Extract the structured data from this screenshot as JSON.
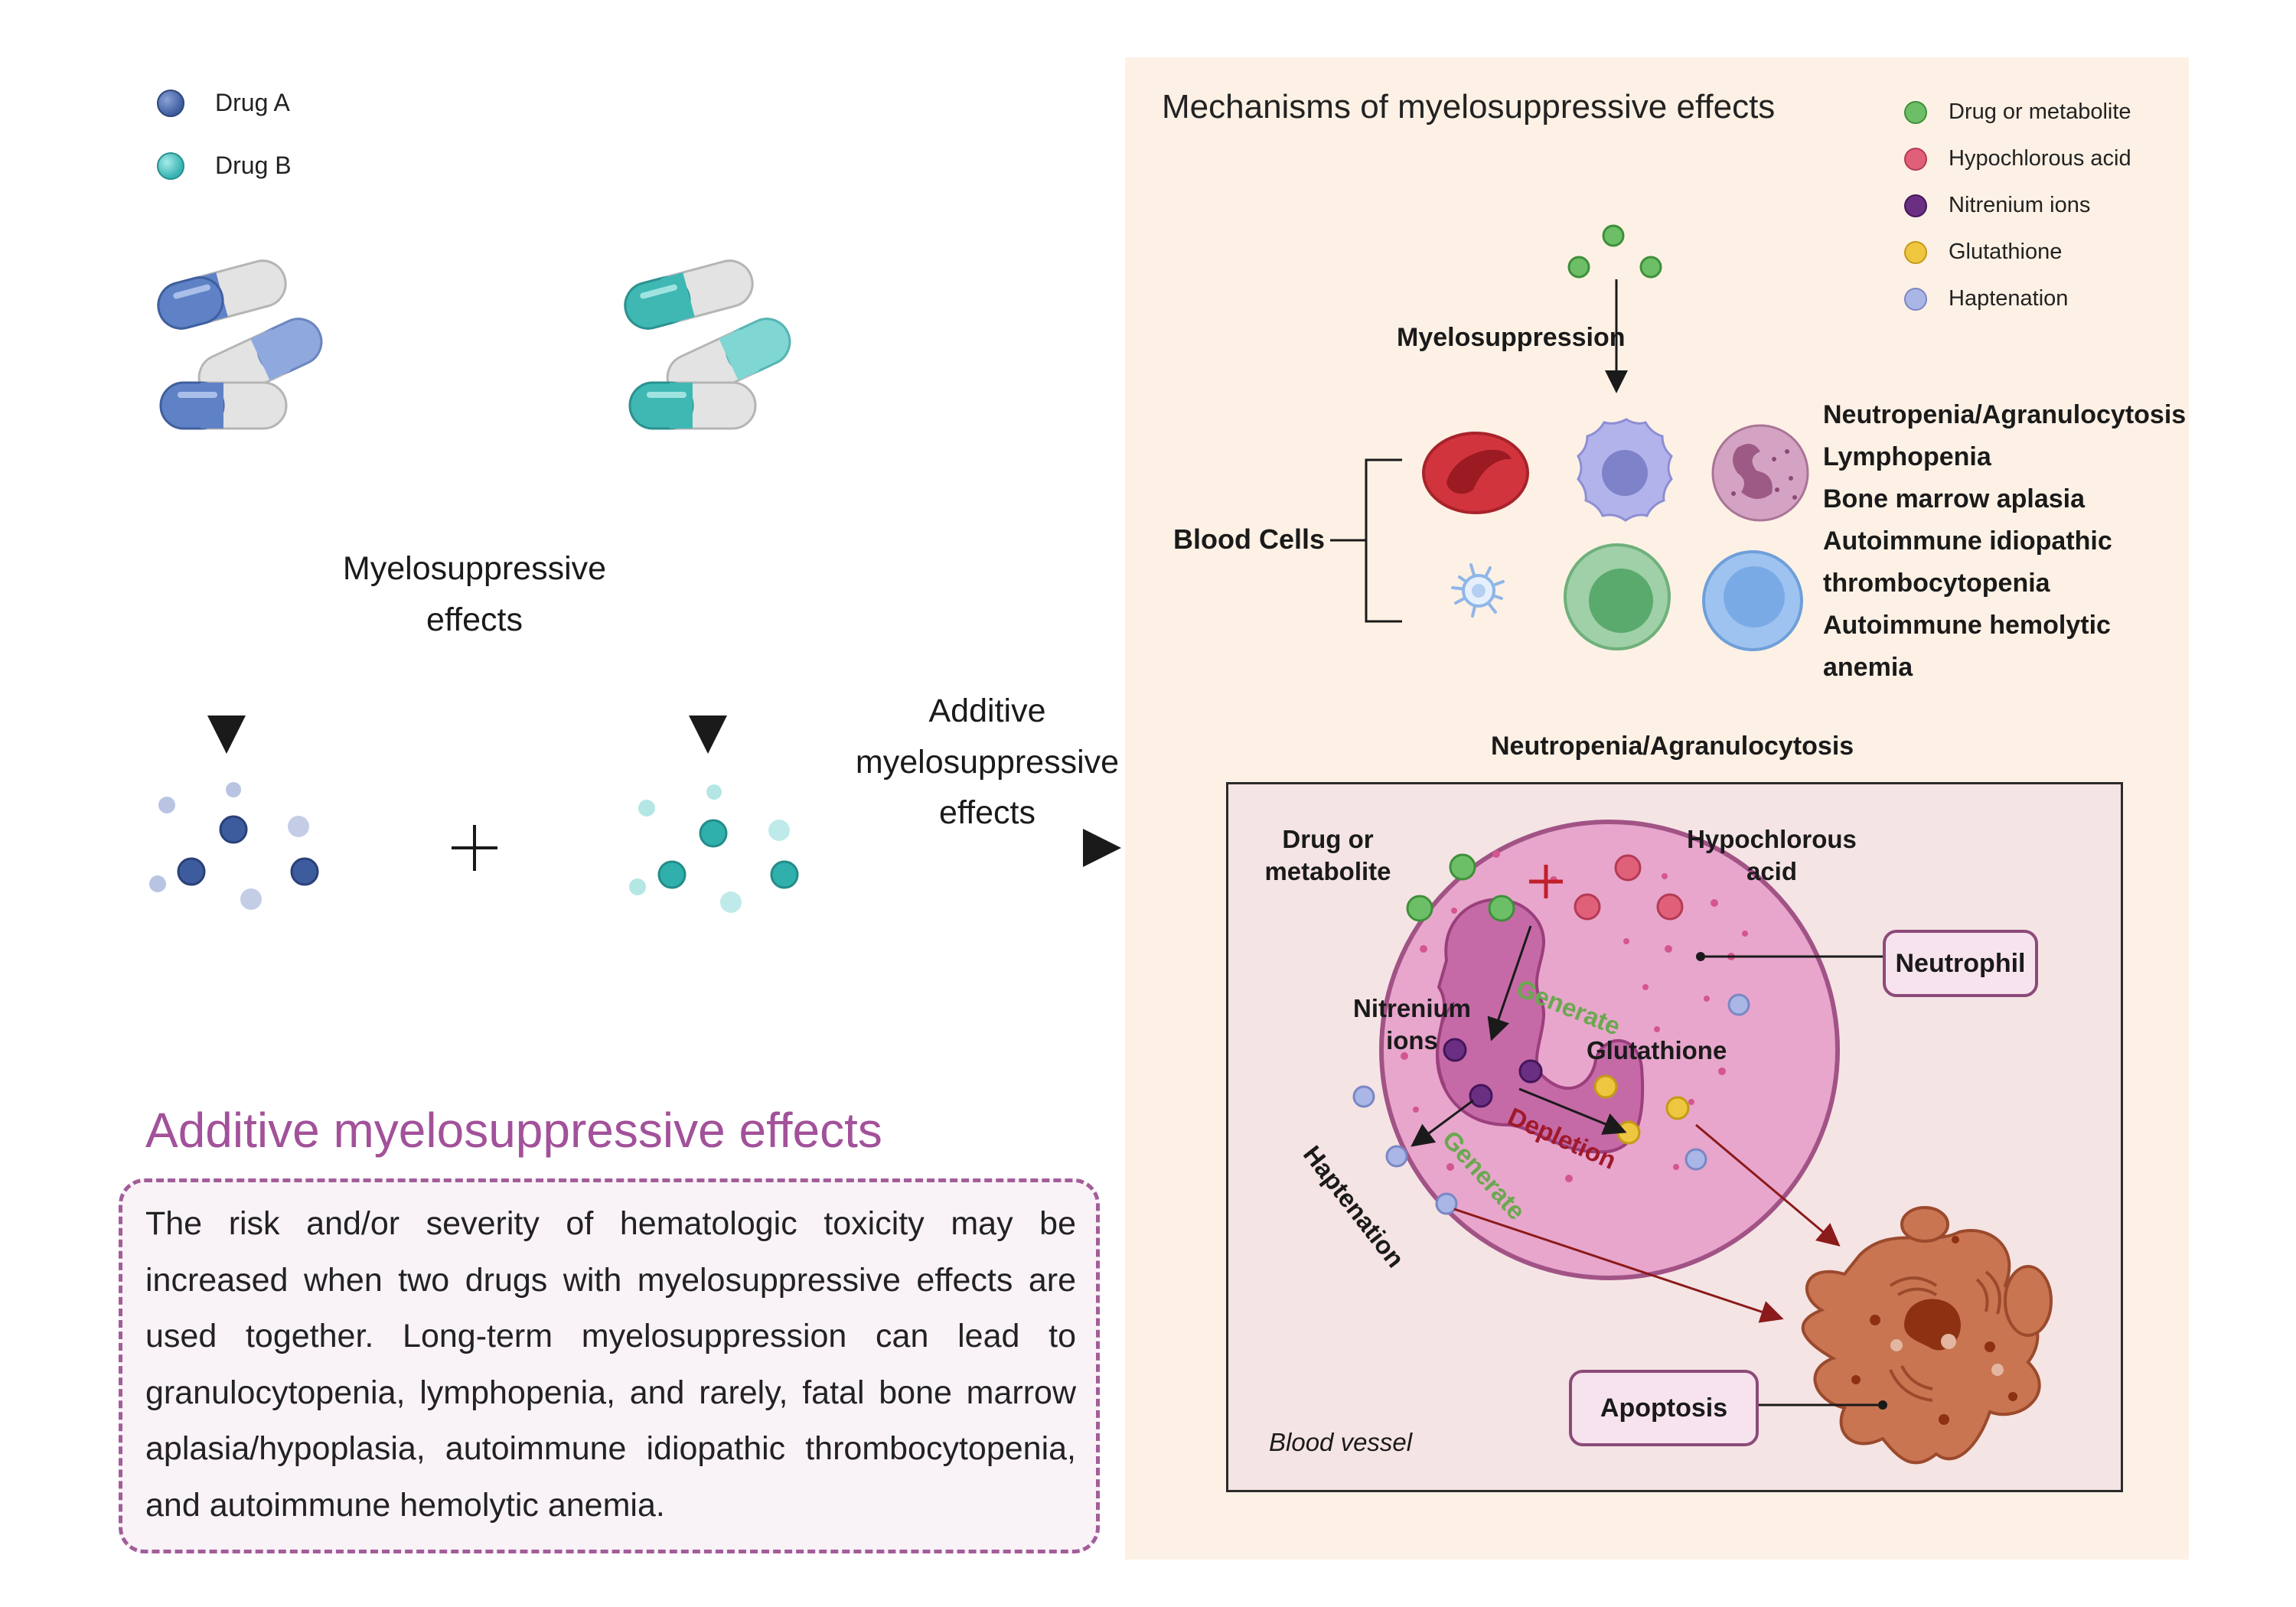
{
  "legend_left": [
    {
      "label": "Drug A",
      "color": "#4a68a6"
    },
    {
      "label": "Drug B",
      "color": "#3fb9b7"
    }
  ],
  "labels": {
    "myelosuppressive": "Myelosuppressive",
    "effects": "effects",
    "additive": "Additive",
    "additive_myelo": "myelosuppressive",
    "additive_effects": "effects"
  },
  "panel": {
    "title": "Mechanisms of myelosuppressive effects",
    "legend": [
      {
        "label": "Drug or metabolite",
        "color": "#6dbf67"
      },
      {
        "label": "Hypochlorous acid",
        "color": "#e0607a"
      },
      {
        "label": "Nitrenium ions",
        "color": "#6a2f83"
      },
      {
        "label": "Glutathione",
        "color": "#efc63f"
      },
      {
        "label": "Haptenation",
        "color": "#a9b6e6"
      }
    ],
    "myelosuppression": "Myelosuppression",
    "blood_cells": "Blood Cells",
    "conditions": [
      "Neutropenia/Agranulocytosis",
      "Lymphopenia",
      "Bone marrow aplasia",
      "Autoimmune idiopathic",
      "thrombocytopenia",
      "Autoimmune hemolytic",
      "anemia"
    ],
    "neutropenia_heading": "Neutropenia/Agranulocytosis",
    "vessel": {
      "drug_label_1": "Drug or",
      "drug_label_2": "metabolite",
      "hypo_label_1": "Hypochlorous",
      "hypo_label_2": "acid",
      "nitrenium_1": "Nitrenium",
      "nitrenium_2": "ions",
      "glutathione": "Glutathione",
      "generate_1": "Generate",
      "generate_2": "Generate",
      "depletion": "Depletion",
      "haptenation": "Haptenation",
      "neutrophil": "Neutrophil",
      "apoptosis": "Apoptosis",
      "blood_vessel": "Blood vessel"
    }
  },
  "additive_section": {
    "title": "Additive myelosuppressive effects",
    "body": "The risk and/or severity of hematologic toxicity may be increased when two drugs with myelosuppressive effects are used together. Long-term myelosuppression can lead to granulocytopenia, lymphopenia, and rarely, fatal bone marrow aplasia/hypoplasia, autoimmune idiopathic thrombocytopenia, and autoimmune hemolytic anemia."
  }
}
